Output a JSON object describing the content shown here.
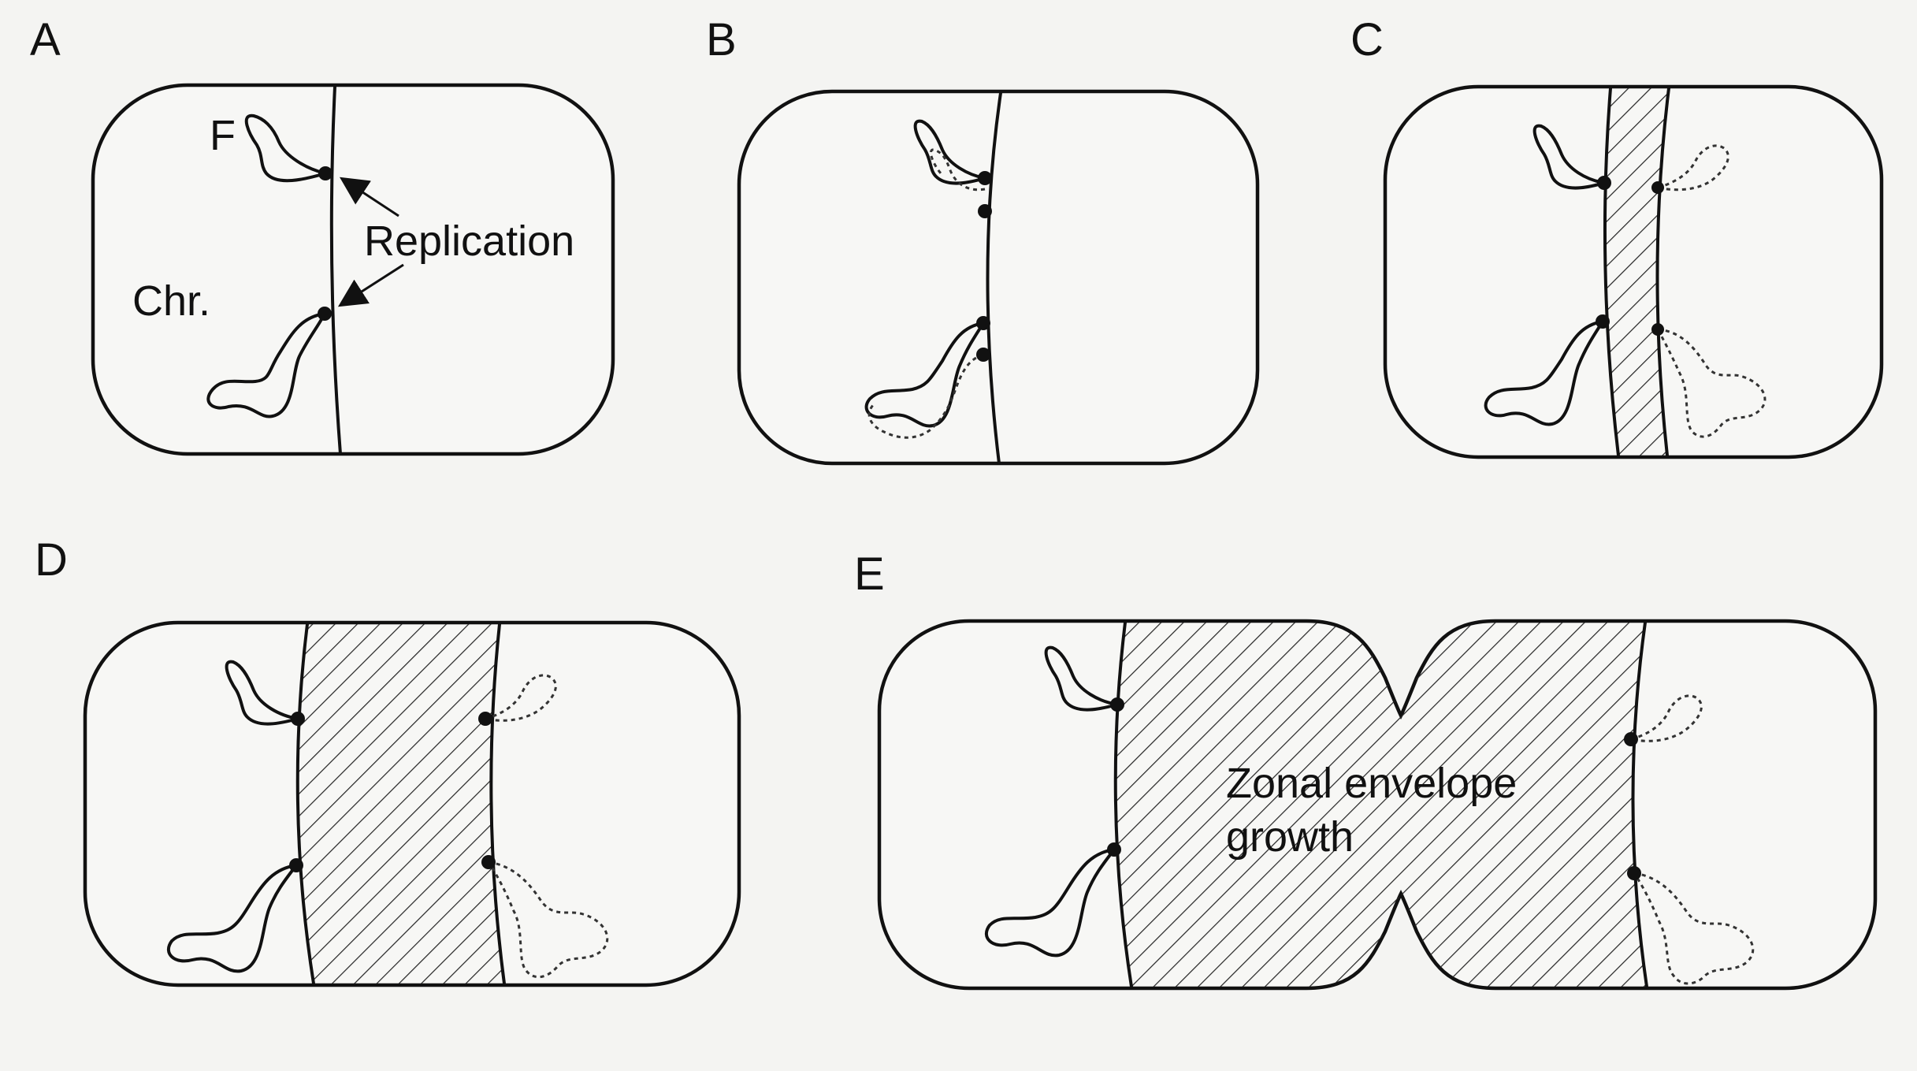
{
  "panels": {
    "a": {
      "letter": "A"
    },
    "b": {
      "letter": "B"
    },
    "c": {
      "letter": "C"
    },
    "d": {
      "letter": "D"
    },
    "e": {
      "letter": "E"
    }
  },
  "labels": {
    "f": "F",
    "chr": "Chr.",
    "replication": "Replication",
    "zonal_line1": "Zonal envelope",
    "zonal_line2": "growth"
  },
  "colors": {
    "background": "#f4f4f2",
    "stroke": "#111111"
  }
}
